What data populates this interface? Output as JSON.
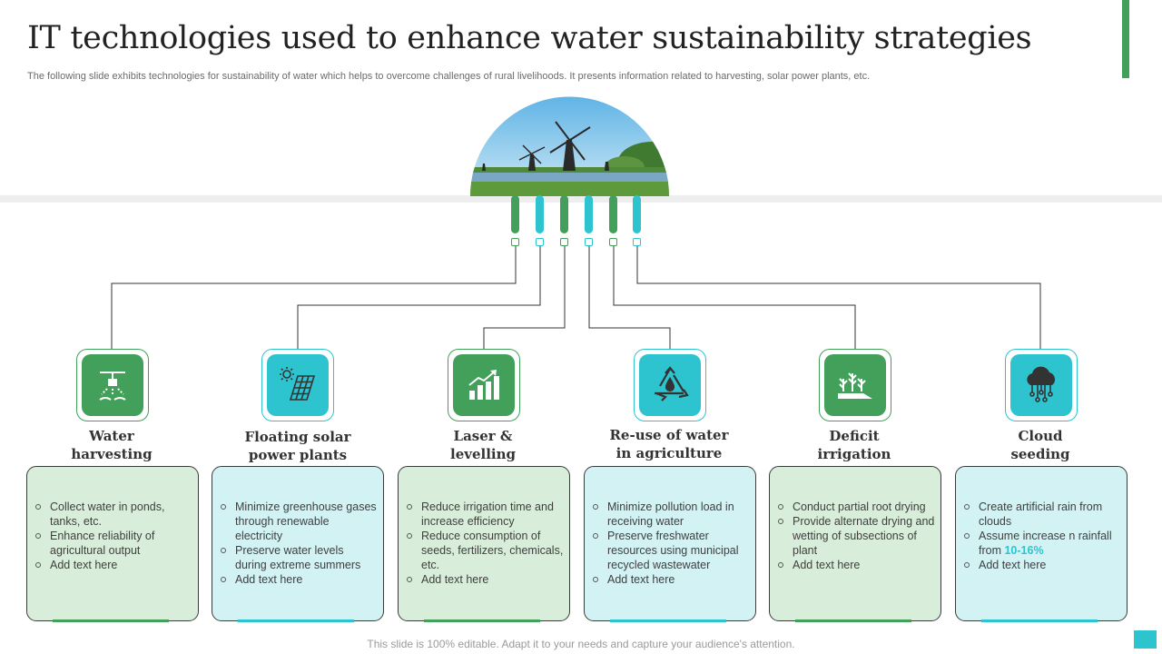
{
  "slide": {
    "title": "IT technologies used to enhance water sustainability strategies",
    "subtitle": "The following slide exhibits technologies for sustainability of water which helps to overcome challenges of rural livelihoods. It presents information related to harvesting, solar power plants, etc.",
    "footer": "This slide is 100% editable. Adapt it to your needs and capture your audience's attention."
  },
  "colors": {
    "green": "#43a05a",
    "teal": "#2dc3cf",
    "green_card": "#d8eeda",
    "teal_card": "#d3f2f4"
  },
  "columns": [
    {
      "title_line1": "Water",
      "title_line2": "harvesting",
      "icon": "sprinkler-icon",
      "theme": "green",
      "bullets": [
        "Collect water in ponds, tanks, etc.",
        "Enhance reliability of agricultural output",
        "Add text here"
      ]
    },
    {
      "title_line1": "Floating solar",
      "title_line2": "power plants",
      "icon": "solar-panel-icon",
      "theme": "teal",
      "bullets": [
        "Minimize greenhouse gases through renewable electricity",
        "Preserve water levels during extreme summers",
        "Add text here"
      ]
    },
    {
      "title_line1": "Laser &",
      "title_line2": "levelling",
      "icon": "growth-chart-icon",
      "theme": "green",
      "bullets": [
        "Reduce irrigation time and increase efficiency",
        "Reduce consumption of seeds, fertilizers, chemicals, etc.",
        "Add text here"
      ]
    },
    {
      "title_line1": "Re-use of water",
      "title_line2": "in agriculture",
      "icon": "water-recycle-icon",
      "theme": "teal",
      "bullets": [
        "Minimize pollution load in receiving water",
        "Preserve freshwater resources using municipal recycled wastewater",
        "Add text here"
      ]
    },
    {
      "title_line1": "Deficit",
      "title_line2": "irrigation",
      "icon": "crop-field-icon",
      "theme": "green",
      "bullets": [
        "Conduct partial root drying",
        "Provide alternate drying and wetting of subsections of plant",
        "Add text here"
      ]
    },
    {
      "title_line1": "Cloud",
      "title_line2": "seeding",
      "icon": "cloud-network-icon",
      "theme": "teal",
      "bullets": [
        "Create artificial rain from clouds",
        "Assume increase n rainfall from ",
        "Add text here"
      ],
      "highlight": "10-16%"
    }
  ]
}
